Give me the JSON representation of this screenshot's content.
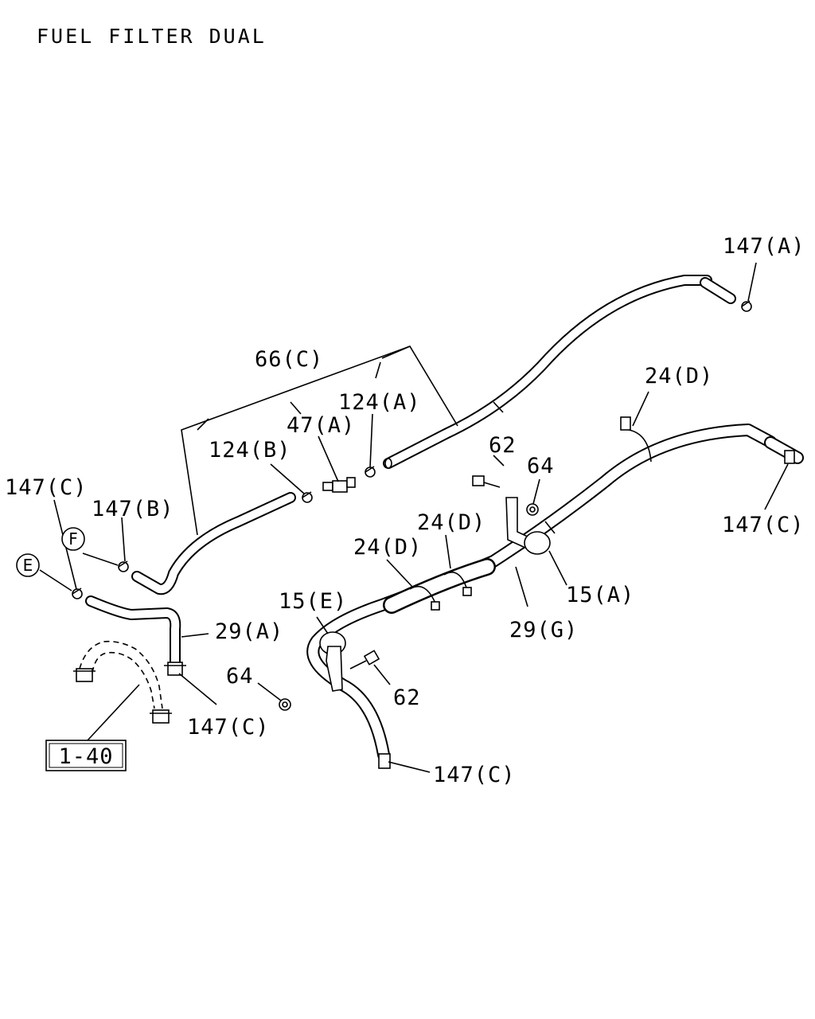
{
  "title": "FUEL FILTER DUAL",
  "reference_box": "1-40",
  "circle_markers": {
    "e": "E",
    "f": "F"
  },
  "callouts": {
    "c147a": "147(A)",
    "c147b": "147(B)",
    "c147c_left": "147(C)",
    "c147c_right": "147(C)",
    "c147c_mid": "147(C)",
    "c147c_bottom": "147(C)",
    "c66c": "66(C)",
    "c47a": "47(A)",
    "c124a": "124(A)",
    "c124b": "124(B)",
    "c24d_top": "24(D)",
    "c24d_mid": "24(D)",
    "c24d_left": "24(D)",
    "c62_top": "62",
    "c62_bottom": "62",
    "c64_top": "64",
    "c64_bottom": "64",
    "c15a": "15(A)",
    "c15e": "15(E)",
    "c29a": "29(A)",
    "c29g": "29(G)"
  }
}
